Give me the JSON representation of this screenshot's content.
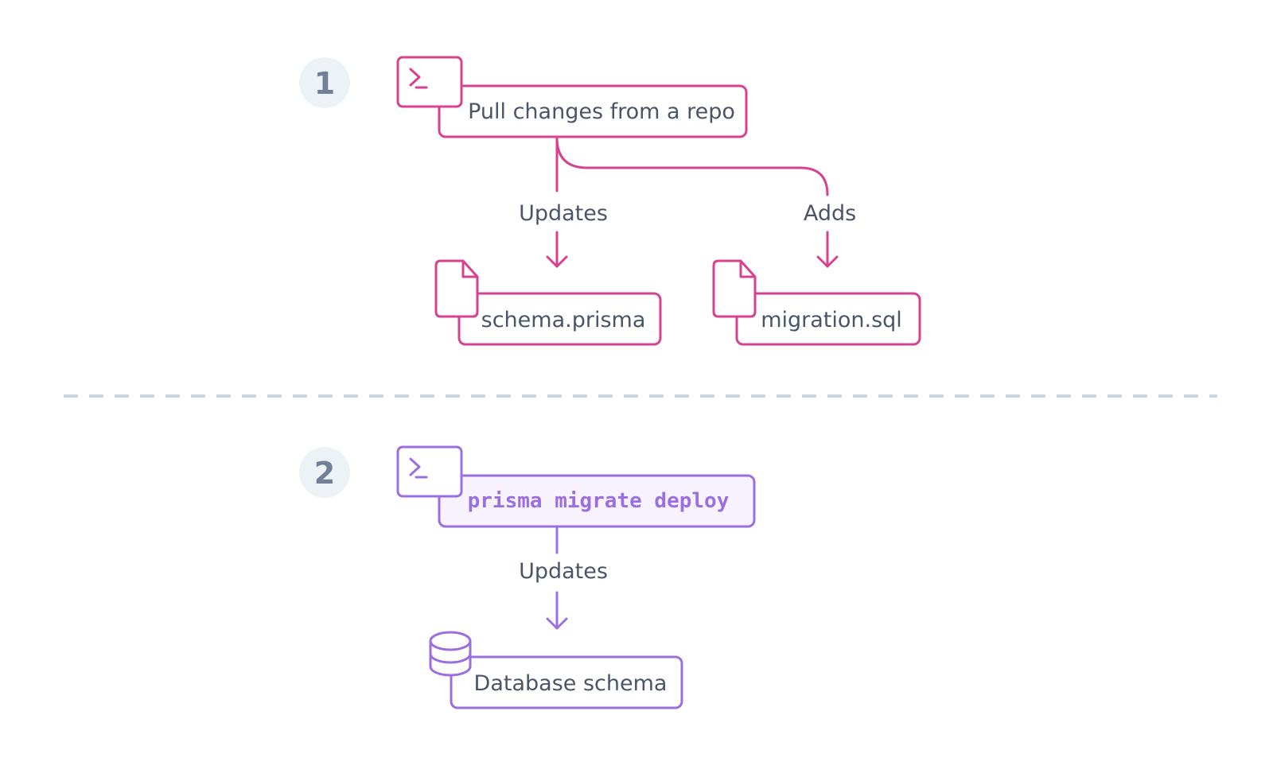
{
  "colors": {
    "step1_accent": "#d6428f",
    "step2_accent": "#9b6fe0",
    "step2_fill": "#f7f2fe",
    "text": "#4a5568",
    "badge_bg": "#edf2f7",
    "badge_text": "#718096",
    "divider": "#cbd5e0"
  },
  "step1": {
    "number": "1",
    "command_icon": "terminal-icon",
    "command_label": "Pull changes from a repo",
    "edge_left_label": "Updates",
    "edge_right_label": "Adds",
    "file_left": {
      "icon": "file-icon",
      "label": "schema.prisma"
    },
    "file_right": {
      "icon": "file-icon",
      "label": "migration.sql"
    }
  },
  "step2": {
    "number": "2",
    "command_icon": "terminal-icon",
    "command_label": "prisma migrate deploy",
    "edge_label": "Updates",
    "target": {
      "icon": "database-icon",
      "label": "Database schema"
    }
  }
}
